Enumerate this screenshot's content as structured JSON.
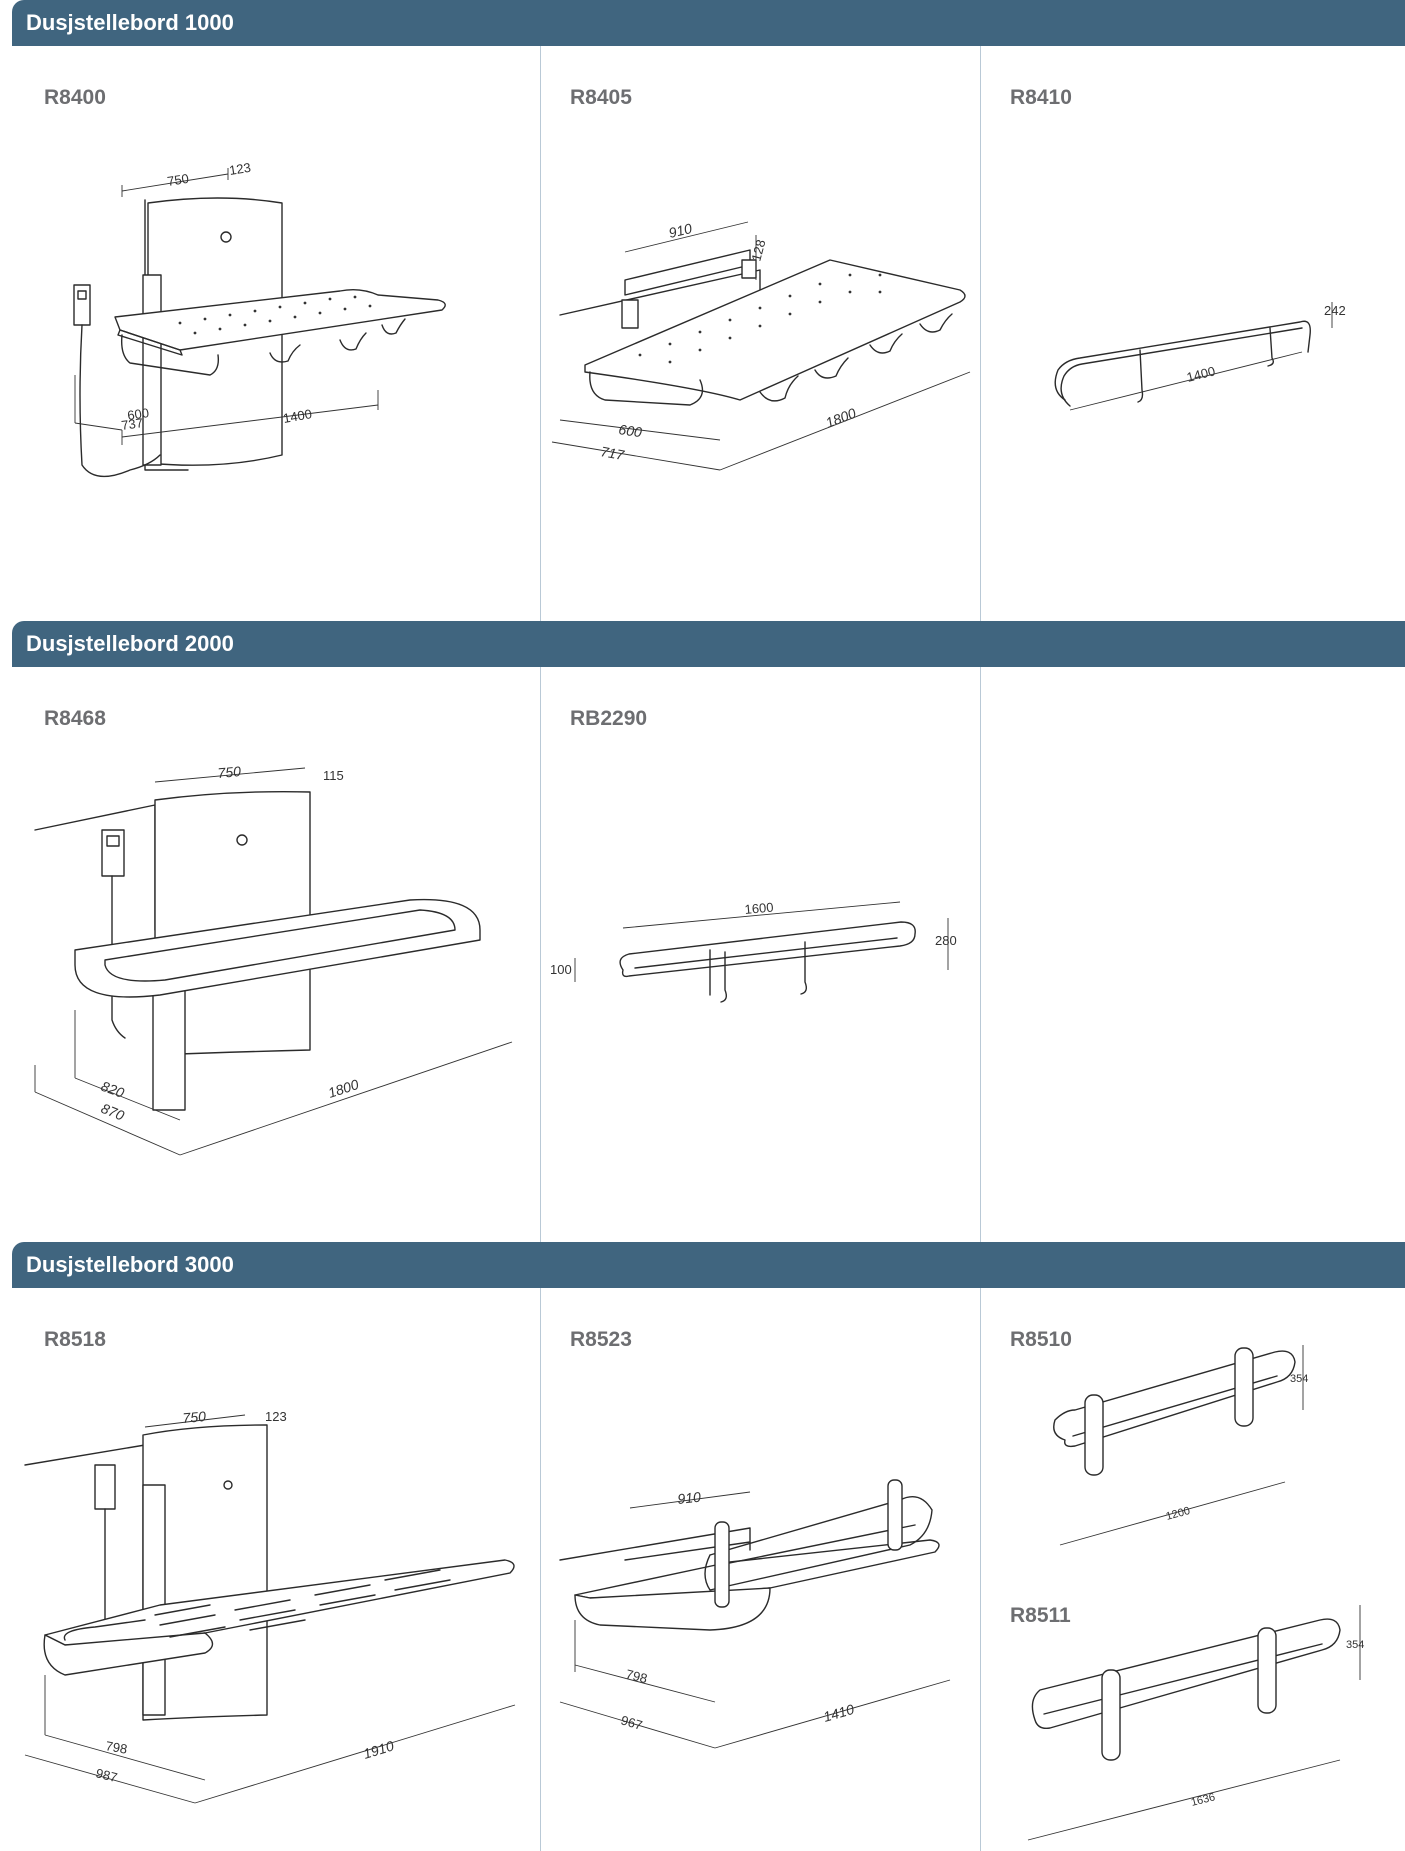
{
  "sections": [
    {
      "title": "Dusjstellebord 1000",
      "products": [
        {
          "code": "R8400",
          "dims": [
            "750",
            "123",
            "1400",
            "600",
            "737"
          ]
        },
        {
          "code": "R8405",
          "dims": [
            "910",
            "128",
            "600",
            "717",
            "1800"
          ]
        },
        {
          "code": "R8410",
          "dims": [
            "242",
            "1400"
          ]
        }
      ]
    },
    {
      "title": "Dusjstellebord 2000",
      "products": [
        {
          "code": "R8468",
          "dims": [
            "750",
            "115",
            "820",
            "870",
            "1800"
          ]
        },
        {
          "code": "RB2290",
          "dims": [
            "1600",
            "280",
            "100"
          ]
        }
      ]
    },
    {
      "title": "Dusjstellebord 3000",
      "products": [
        {
          "code": "R8518",
          "dims": [
            "750",
            "123",
            "798",
            "987",
            "1910"
          ]
        },
        {
          "code": "R8523",
          "dims": [
            "910",
            "798",
            "967",
            "1410"
          ]
        },
        {
          "code": "R8510",
          "dims": [
            "354",
            "1200"
          ]
        },
        {
          "code": "R8511",
          "dims": [
            "354",
            "1636"
          ]
        }
      ]
    }
  ]
}
